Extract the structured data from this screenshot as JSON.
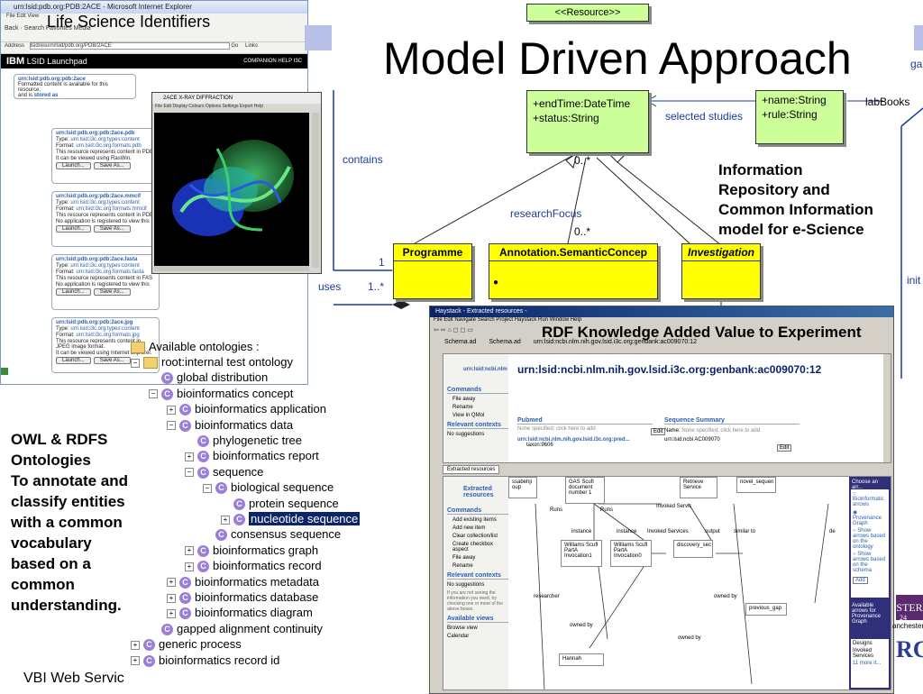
{
  "slide": {
    "title": "Model Driven Approach",
    "lsi_label": "Life Science Identifiers",
    "info_lines": [
      "Information",
      "Repository and",
      "Common Information",
      "model for e-Science"
    ],
    "owl_lines": [
      "OWL & RDFS",
      "Ontologies",
      "To annotate and",
      "classify entities",
      "with a common",
      "vocabulary",
      "based on a",
      "common",
      "understanding."
    ],
    "rdf_title": "RDF Knowledge Added Value to Experiment",
    "footer": "VBI Web Servic",
    "right_edge_labels": [
      "ga",
      "labBooks",
      "init"
    ],
    "logo_ster": "STER",
    "logo_ster_sub": "24",
    "logo_manchester": "anchester",
    "logo_rc": "RC"
  },
  "ie": {
    "title": "urn:lsid:pdb.org:PDB:2ACE - Microsoft Internet Explorer",
    "menu": "File   Edit   View",
    "toolbar": "Back  ·  Search  Favorites  Media",
    "address_label": "Address",
    "address": "lsidresurn/lsid/pdb.org/PDB/2ACE",
    "go": "Go",
    "links": "Links",
    "banner_brand": "IBM",
    "banner_title": "LSID Launchpad",
    "banner_right": "COMPANION  HELP  I3C",
    "top_card": {
      "urn": "urn:lsid:pdb.org:pdb:2ace",
      "line1": "Formatted content is available for this resource,",
      "line2": "and is",
      "link": "stored as"
    },
    "cards": [
      {
        "urn": "urn:lsid:pdb.org:pdb:2ace.pdb",
        "type_label": "Type:",
        "type": "urn:lsid:i3c.org:types:content",
        "format_label": "Format:",
        "format": "urn:lsid:i3c.org:formats:pdb",
        "desc1": "This resource represents content in PDB",
        "desc2": "It can be viewed using RasWin.",
        "launch": "Launch...",
        "save": "Save As..."
      },
      {
        "urn": "urn:lsid:pdb.org:pdb:2ace.mmcif",
        "type_label": "Type:",
        "type": "urn:lsid:i3c.org:types:content",
        "format_label": "Format:",
        "format": "urn:lsid:i3c.org:formats:mmcif",
        "desc1": "This resource represents content in PDB",
        "desc2": "No application is registered to view this",
        "launch": "Launch...",
        "save": "Save As..."
      },
      {
        "urn": "urn:lsid:pdb.org:pdb:2ace.fasta",
        "type_label": "Type:",
        "type": "urn:lsid:i3c.org:types:content",
        "format_label": "Format:",
        "format": "urn:lsid:i3c.org:formats:fasta",
        "desc1": "This resource represents content in FAS",
        "desc2": "No application is registered to view this",
        "launch": "Launch...",
        "save": "Save As..."
      },
      {
        "urn": "urn:lsid:pdb.org:pdb:2ace.jpg",
        "type_label": "Type:",
        "type": "urn:lsid:i3c.org:types:content",
        "format_label": "Format:",
        "format": "urn:lsid:i3c.org:formats:jpg",
        "desc1": "This resource represents content in JPEG image format.",
        "desc2": "It can be viewed using Internet Explorer.",
        "launch": "Launch...",
        "save": "Save As..."
      }
    ]
  },
  "xray": {
    "title": "2ACE X-RAY DIFFRACTION",
    "menu": "File   Edit   Display   Colours   Options   Settings   Export   Help"
  },
  "uml": {
    "resource": "<<Resource>>",
    "studies_attrs": [
      "+endTime:DateTime",
      "+status:String"
    ],
    "labbook_attrs": [
      "+name:String",
      "+rule:String"
    ],
    "programme": "Programme",
    "annotation": "Annotation.SemanticConcep",
    "investigation": "Investigation",
    "labels": {
      "selected_studies": "selected studies",
      "contains": "contains",
      "zero_many_top": "0..*",
      "research_focus": "researchFocus",
      "zero_many": "0..*",
      "one": "1",
      "uses": "uses",
      "one_many": "1..*"
    }
  },
  "ontology": {
    "root_label": "Available ontologies :",
    "items": [
      {
        "label": "root:internal test ontology",
        "type": "folder",
        "pm": "−"
      },
      {
        "label": "global distribution",
        "type": "class",
        "pm": ""
      },
      {
        "label": "bioinformatics concept",
        "type": "class",
        "pm": "−"
      },
      {
        "label": "bioinformatics application",
        "type": "class",
        "pm": "+"
      },
      {
        "label": "bioinformatics data",
        "type": "class",
        "pm": "−"
      },
      {
        "label": "phylogenetic tree",
        "type": "class",
        "pm": ""
      },
      {
        "label": "bioinformatics report",
        "type": "class",
        "pm": "+"
      },
      {
        "label": "sequence",
        "type": "class",
        "pm": "−"
      },
      {
        "label": "biological sequence",
        "type": "class",
        "pm": "−"
      },
      {
        "label": "protein sequence",
        "type": "class",
        "pm": ""
      },
      {
        "label": "nucleotide sequence",
        "type": "class",
        "pm": "+"
      },
      {
        "label": "consensus sequence",
        "type": "class",
        "pm": ""
      },
      {
        "label": "bioinformatics graph",
        "type": "class",
        "pm": "+"
      },
      {
        "label": "bioinformatics record",
        "type": "class",
        "pm": "+"
      },
      {
        "label": "bioinformatics metadata",
        "type": "class",
        "pm": "+"
      },
      {
        "label": "bioinformatics database",
        "type": "class",
        "pm": "+"
      },
      {
        "label": "bioinformatics diagram",
        "type": "class",
        "pm": "+"
      },
      {
        "label": "gapped alignment continuity",
        "type": "class",
        "pm": ""
      },
      {
        "label": "generic process",
        "type": "class",
        "pm": "+"
      },
      {
        "label": "bioinformatics record id",
        "type": "class",
        "pm": "+"
      }
    ],
    "selected_index": 10
  },
  "haystack": {
    "title": "Haystack - Extracted resources -",
    "menu": "File  Edit  Navigate  Search  Project  Haystack  Run  Window  Help",
    "tabs": [
      "Schema.ad",
      "Schema.ad",
      "urn:lsid:ncbi.nlm.nih.gov.lsid.i3c.org:genbank:ac009070:12"
    ],
    "urn_short": "urn:lsid:ncbi.nlm",
    "urn_full": "urn:lsid:ncbi.nlm.nih.gov.lsid.i3c.org:genbank:ac009070:12",
    "commands_header": "Commands",
    "commands": [
      "File away",
      "Rename",
      "View in QMol"
    ],
    "relevant_header": "Relevant contexts",
    "no_suggestions": "No suggestions",
    "pubmed_header": "Pubmed",
    "pubmed_text": "None specified; click here to add",
    "seq_header": "Sequence Summary",
    "seq_name_label": "Name:",
    "seq_name_val": "None specified; click here to add",
    "seq_id_label": "urn:lsid:ncbi",
    "seq_id_val": "AC009070",
    "sub_urn": "urn:lsid:ncbi.nlm.nih.gov.lsid.i3c.org:pred...",
    "taxon": "taxon:9606",
    "edit": "Edit",
    "extracted_tab": "Extracted resources",
    "extracted_header": "Extracted resources",
    "ext_commands": [
      "Add existing items",
      "Add new item",
      "Clear collection/list",
      "Create checkbox aspect",
      "File away",
      "Rename"
    ],
    "ext_relevant": "Relevant contexts",
    "ext_no_sugg": "No suggestions",
    "ext_hint": "If you are not seeing the information you need, try checking one or more of the above boxes.",
    "available_views": "Available views",
    "views": [
      "Browse view",
      "Calendar"
    ],
    "nodes": [
      "ssabehji oup",
      "GAS Scufl document number 1",
      "Retrieve Service",
      "novel_sequen",
      "Williams Scufl PartA Invocation1",
      "Williams Scufl PartA Invocation0",
      "discovery_sec",
      "previous_gap",
      "Hannah"
    ],
    "edge_labels": [
      "Runs",
      "Runs",
      "Invoked Servic",
      "instance",
      "instance",
      "Invoked Services",
      "output",
      "similar to",
      "researcher",
      "owned by",
      "owned by",
      "owned by",
      "de"
    ],
    "right_panel": {
      "header": "Choose an arr...",
      "options": [
        "Bioinformatic arrows",
        "Provenance Graph",
        "Show arrows based on the ontology",
        "Show arrows based on the schema"
      ],
      "add": "Add",
      "available": "Available arrows for Provenance Graph",
      "designs": "Designs",
      "invoked": "Invoked Services",
      "more": "11 more it..."
    }
  }
}
